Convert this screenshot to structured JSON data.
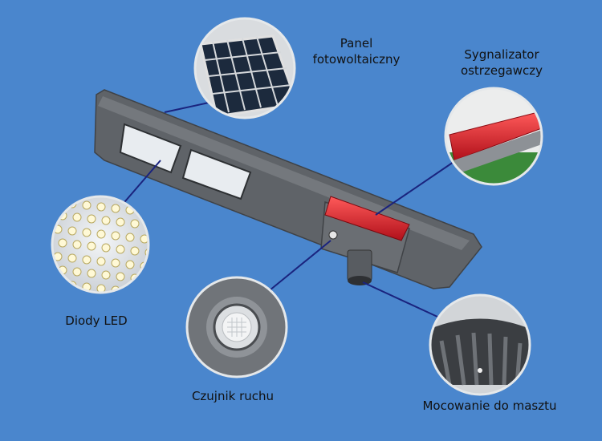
{
  "labels": {
    "panel": {
      "line1": "Panel",
      "line2": "fotowoltaiczny"
    },
    "signal": {
      "line1": "Sygnalizator",
      "line2": "ostrzegawczy"
    },
    "led": "Diody LED",
    "sensor": "Czujnik ruchu",
    "mount": "Mocowanie do masztu"
  },
  "colors": {
    "background": "#4a86cd",
    "housing": "#5c6066",
    "warning_light": "#d4202a",
    "leader_line": "#1a237e"
  }
}
